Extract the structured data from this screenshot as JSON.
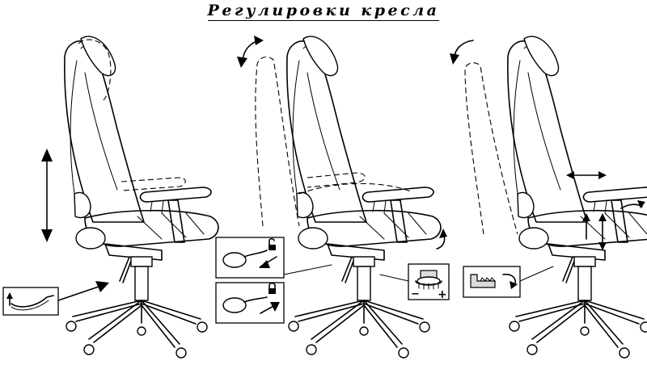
{
  "title": "Регулировки кресла",
  "icons": {
    "unlock": "padlock-open-icon",
    "lock": "padlock-closed-icon",
    "minus": "−",
    "plus": "+"
  },
  "chairs": [
    {
      "view": "height-adjustment",
      "motion": "vertical-arrow"
    },
    {
      "view": "tilt-and-recline",
      "motion": "curved-arrows"
    },
    {
      "view": "recline-and-armrests",
      "motion": "armrest-arrows"
    }
  ]
}
